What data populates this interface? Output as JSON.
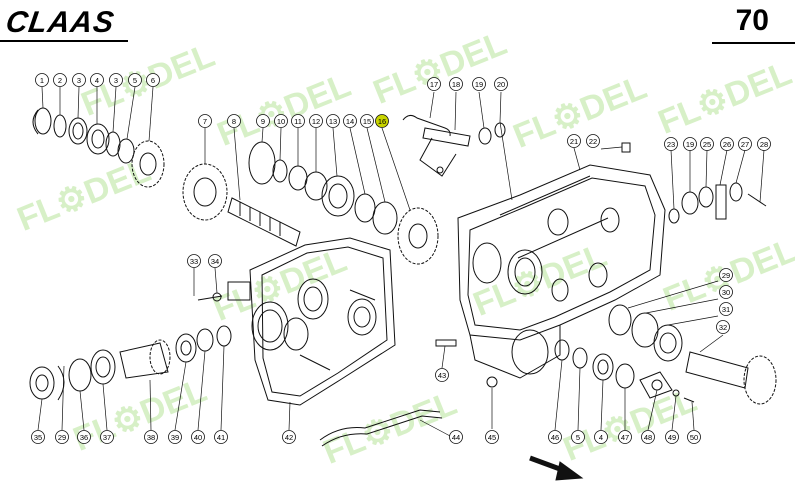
{
  "header": {
    "brand": "CLAAS",
    "page_number": "70"
  },
  "watermark": {
    "text": "FL⚙DEL",
    "color": "#b8e49a"
  },
  "highlight_color": "#c8d400",
  "callouts": [
    {
      "label": "1"
    },
    {
      "label": "2"
    },
    {
      "label": "3"
    },
    {
      "label": "4"
    },
    {
      "label": "3"
    },
    {
      "label": "5"
    },
    {
      "label": "6"
    },
    {
      "label": "7"
    },
    {
      "label": "8"
    },
    {
      "label": "9"
    },
    {
      "label": "10"
    },
    {
      "label": "11"
    },
    {
      "label": "12"
    },
    {
      "label": "13"
    },
    {
      "label": "14"
    },
    {
      "label": "15"
    },
    {
      "label": "16",
      "highlighted": true
    },
    {
      "label": "17"
    },
    {
      "label": "18"
    },
    {
      "label": "19"
    },
    {
      "label": "20"
    },
    {
      "label": "21"
    },
    {
      "label": "22"
    },
    {
      "label": "23"
    },
    {
      "label": "19"
    },
    {
      "label": "25"
    },
    {
      "label": "26"
    },
    {
      "label": "27"
    },
    {
      "label": "28"
    },
    {
      "label": "33"
    },
    {
      "label": "34"
    },
    {
      "label": "29"
    },
    {
      "label": "30"
    },
    {
      "label": "31"
    },
    {
      "label": "32"
    },
    {
      "label": "43"
    },
    {
      "label": "35"
    },
    {
      "label": "29"
    },
    {
      "label": "36"
    },
    {
      "label": "37"
    },
    {
      "label": "38"
    },
    {
      "label": "39"
    },
    {
      "label": "40"
    },
    {
      "label": "41"
    },
    {
      "label": "42"
    },
    {
      "label": "44"
    },
    {
      "label": "45"
    },
    {
      "label": "46"
    },
    {
      "label": "5"
    },
    {
      "label": "4"
    },
    {
      "label": "47"
    },
    {
      "label": "48"
    },
    {
      "label": "49"
    },
    {
      "label": "50"
    }
  ]
}
